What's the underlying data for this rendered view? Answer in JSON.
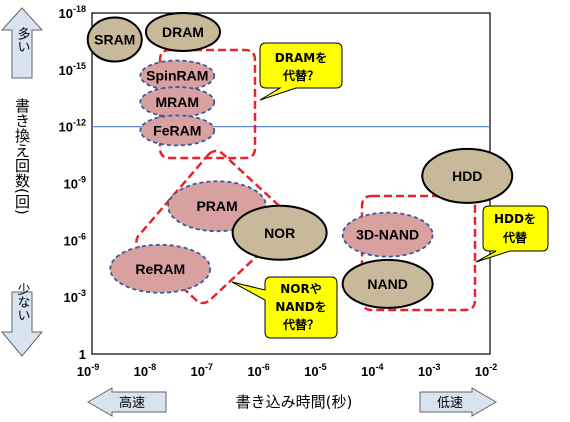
{
  "chart_data": {
    "type": "scatter",
    "xlabel": "書き込み時間(秒)",
    "ylabel": "書き換え回数(回)",
    "x_ticks": [
      {
        "base": "10",
        "exp": "-9"
      },
      {
        "base": "10",
        "exp": "-8"
      },
      {
        "base": "10",
        "exp": "-7"
      },
      {
        "base": "10",
        "exp": "-6"
      },
      {
        "base": "10",
        "exp": "-5"
      },
      {
        "base": "10",
        "exp": "-4"
      },
      {
        "base": "10",
        "exp": "-3"
      },
      {
        "base": "10",
        "exp": "-2"
      }
    ],
    "y_ticks": [
      {
        "base": "10",
        "exp": "-18"
      },
      {
        "base": "10",
        "exp": "-15"
      },
      {
        "base": "10",
        "exp": "-12"
      },
      {
        "base": "10",
        "exp": "-9"
      },
      {
        "base": "10",
        "exp": "-6"
      },
      {
        "base": "10",
        "exp": "-3"
      },
      {
        "base": "1",
        "exp": ""
      }
    ],
    "x_log_range": [
      -9,
      -2
    ],
    "y_log_range": [
      0,
      18
    ],
    "reference_line_log_y": 12,
    "technologies": [
      {
        "label": "SRAM",
        "log_x": -8.6,
        "log_y": 16.6,
        "kind": "brown"
      },
      {
        "label": "DRAM",
        "log_x": -7.4,
        "log_y": 17.0,
        "kind": "brown"
      },
      {
        "label": "SpinRAM",
        "log_x": -7.5,
        "log_y": 14.7,
        "kind": "pink"
      },
      {
        "label": "MRAM",
        "log_x": -7.5,
        "log_y": 13.3,
        "kind": "pink"
      },
      {
        "label": "FeRAM",
        "log_x": -7.5,
        "log_y": 11.8,
        "kind": "pink"
      },
      {
        "label": "PRAM",
        "log_x": -6.8,
        "log_y": 7.8,
        "kind": "pink"
      },
      {
        "label": "NOR",
        "log_x": -5.7,
        "log_y": 6.4,
        "kind": "brown"
      },
      {
        "label": "ReRAM",
        "log_x": -7.8,
        "log_y": 4.5,
        "kind": "pink"
      },
      {
        "label": "HDD",
        "log_x": -2.4,
        "log_y": 9.4,
        "kind": "brown"
      },
      {
        "label": "3D-NAND",
        "log_x": -3.8,
        "log_y": 6.3,
        "kind": "pink"
      },
      {
        "label": "NAND",
        "log_x": -3.8,
        "log_y": 3.7,
        "kind": "brown"
      }
    ],
    "callouts": [
      {
        "lines": [
          "DRAMを",
          "代替？"
        ]
      },
      {
        "lines": [
          "NORや",
          "NANDを",
          "代替？"
        ]
      },
      {
        "lines": [
          "HDDを",
          "代替"
        ]
      }
    ],
    "y_arrows": {
      "up": "多い",
      "down": "少ない"
    },
    "x_arrows": {
      "left": "高速",
      "right": "低速"
    },
    "colors": {
      "brown_fill": "#c8b99a",
      "pink_fill": "#d9a0a0",
      "dashed_group": "#e8242b",
      "reference_line": "#4a7fc8",
      "callout_fill": "#ffff00",
      "arrow_fill": "#d7e3ef"
    }
  }
}
